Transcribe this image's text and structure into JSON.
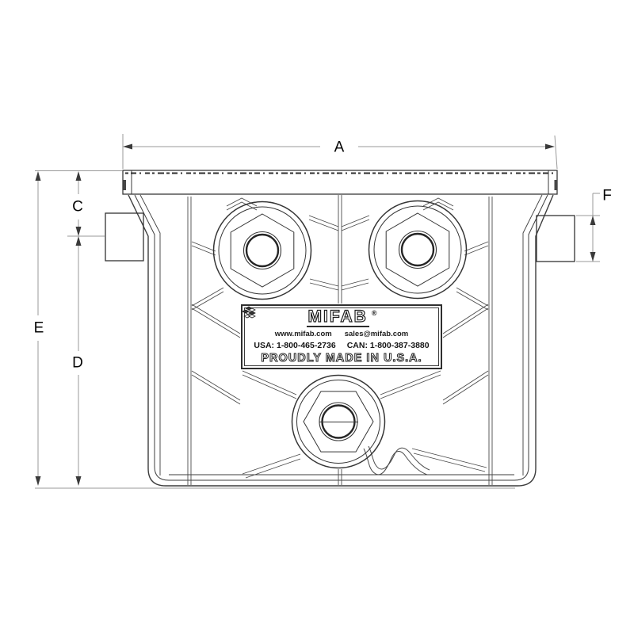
{
  "drawing": {
    "kind_note": "dimensioned front-view engineering drawing of a molded interceptor body with cover, two side pipe hubs and three hex bolt bosses"
  },
  "dimensions": {
    "a": {
      "label": "A"
    },
    "c": {
      "label": "C"
    },
    "d": {
      "label": "D"
    },
    "e": {
      "label": "E"
    },
    "f": {
      "label": "F"
    }
  },
  "label_plate": {
    "brand": "MIFAB",
    "registered_mark": "®",
    "website": "www.mifab.com",
    "email": "sales@mifab.com",
    "phone_usa": "USA: 1-800-465-2736",
    "phone_canada": "CAN: 1-800-387-3880",
    "made_in": "PROUDLY MADE IN U.S.A."
  },
  "colors": {
    "background": "#ffffff",
    "drawing_line": "#3d3d3d",
    "dimension_line": "#9a9a9a",
    "arrow": "#3a3a3a",
    "label_text": "#050505"
  }
}
